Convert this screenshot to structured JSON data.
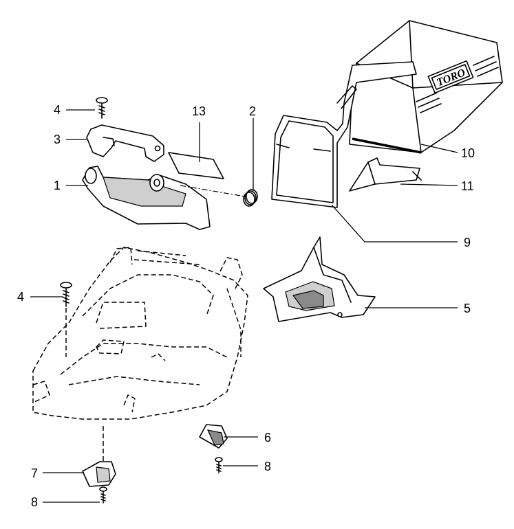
{
  "callouts": [
    {
      "id": "c1",
      "text": "1"
    },
    {
      "id": "c2",
      "text": "2"
    },
    {
      "id": "c3",
      "text": "3"
    },
    {
      "id": "c4a",
      "text": "4"
    },
    {
      "id": "c4b",
      "text": "4"
    },
    {
      "id": "c5",
      "text": "5"
    },
    {
      "id": "c6",
      "text": "6"
    },
    {
      "id": "c7",
      "text": "7"
    },
    {
      "id": "c8a",
      "text": "8"
    },
    {
      "id": "c8b",
      "text": "8"
    },
    {
      "id": "c9",
      "text": "9"
    },
    {
      "id": "c10",
      "text": "10"
    },
    {
      "id": "c11",
      "text": "11"
    },
    {
      "id": "c13",
      "text": "13"
    }
  ],
  "logo_text": "TORO"
}
